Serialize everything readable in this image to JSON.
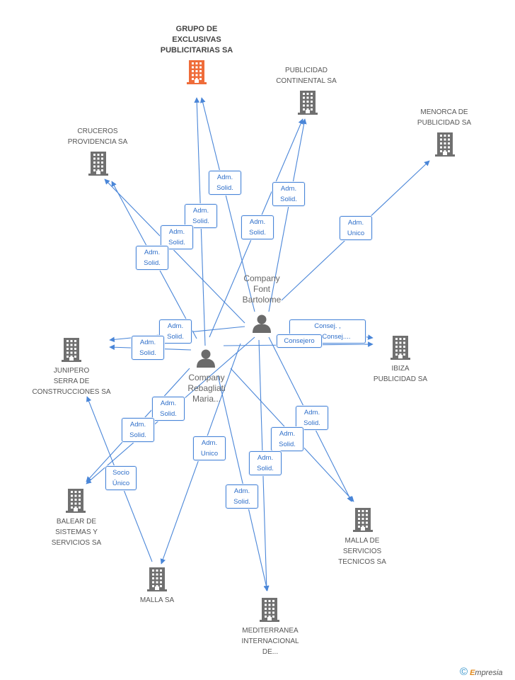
{
  "colors": {
    "edge": "#4a86d8",
    "company_icon": "#707070",
    "main_company_icon": "#ef6c3a",
    "person_icon": "#6b6b6b",
    "label_text": "#2f6fc9"
  },
  "companies": [
    {
      "id": "grupo",
      "label": "GRUPO DE\nEXCLUSIVAS\nPUBLICITARIAS SA",
      "main": true
    },
    {
      "id": "continental",
      "label": "PUBLICIDAD\nCONTINENTAL SA"
    },
    {
      "id": "menorca",
      "label": "MENORCA DE\nPUBLICIDAD SA"
    },
    {
      "id": "cruceros",
      "label": "CRUCEROS\nPROVIDENCIA SA"
    },
    {
      "id": "junipero",
      "label": "JUNIPERO\nSERRA DE\nCONSTRUCCIONES SA"
    },
    {
      "id": "ibiza",
      "label": "IBIZA\nPUBLICIDAD SA"
    },
    {
      "id": "balear",
      "label": "BALEAR DE\nSISTEMAS Y\nSERVICIOS SA"
    },
    {
      "id": "malla_serv",
      "label": "MALLA DE\nSERVICIOS\nTECNICOS SA"
    },
    {
      "id": "malla",
      "label": "MALLA SA"
    },
    {
      "id": "mediterranea",
      "label": "MEDITERRANEA\nINTERNACIONAL\nDE..."
    }
  ],
  "persons": [
    {
      "id": "font",
      "label": "Company\nFont\nBartolome"
    },
    {
      "id": "rebagliati",
      "label": "Company\nRebagliati\nMaria..."
    }
  ],
  "edge_labels": [
    {
      "id": "l1",
      "text": "Adm.\nSolid."
    },
    {
      "id": "l2",
      "text": "Adm.\nSolid."
    },
    {
      "id": "l3",
      "text": "Adm.\nSolid."
    },
    {
      "id": "l4",
      "text": "Adm.\nSolid."
    },
    {
      "id": "l5",
      "text": "Adm.\nSolid."
    },
    {
      "id": "l6",
      "text": "Adm.\nSolid."
    },
    {
      "id": "l7",
      "text": "Adm.\nUnico"
    },
    {
      "id": "l8",
      "text": "Adm.\nSolid."
    },
    {
      "id": "l9",
      "text": "Adm.\nSolid."
    },
    {
      "id": "l10",
      "text": "Consej. ,\nPres.,Consej...."
    },
    {
      "id": "l11",
      "text": "Consejero"
    },
    {
      "id": "l12",
      "text": "Adm.\nSolid."
    },
    {
      "id": "l13",
      "text": "Adm.\nSolid."
    },
    {
      "id": "l14",
      "text": "Adm.\nSolid."
    },
    {
      "id": "l15",
      "text": "Adm.\nSolid."
    },
    {
      "id": "l16",
      "text": "Adm.\nUnico"
    },
    {
      "id": "l17",
      "text": "Adm.\nSolid."
    },
    {
      "id": "l18",
      "text": "Adm.\nSolid."
    },
    {
      "id": "l19",
      "text": "Socio\nÚnico"
    }
  ],
  "footer": {
    "copyright": "©",
    "brand_first": "E",
    "brand_rest": "mpresia"
  }
}
